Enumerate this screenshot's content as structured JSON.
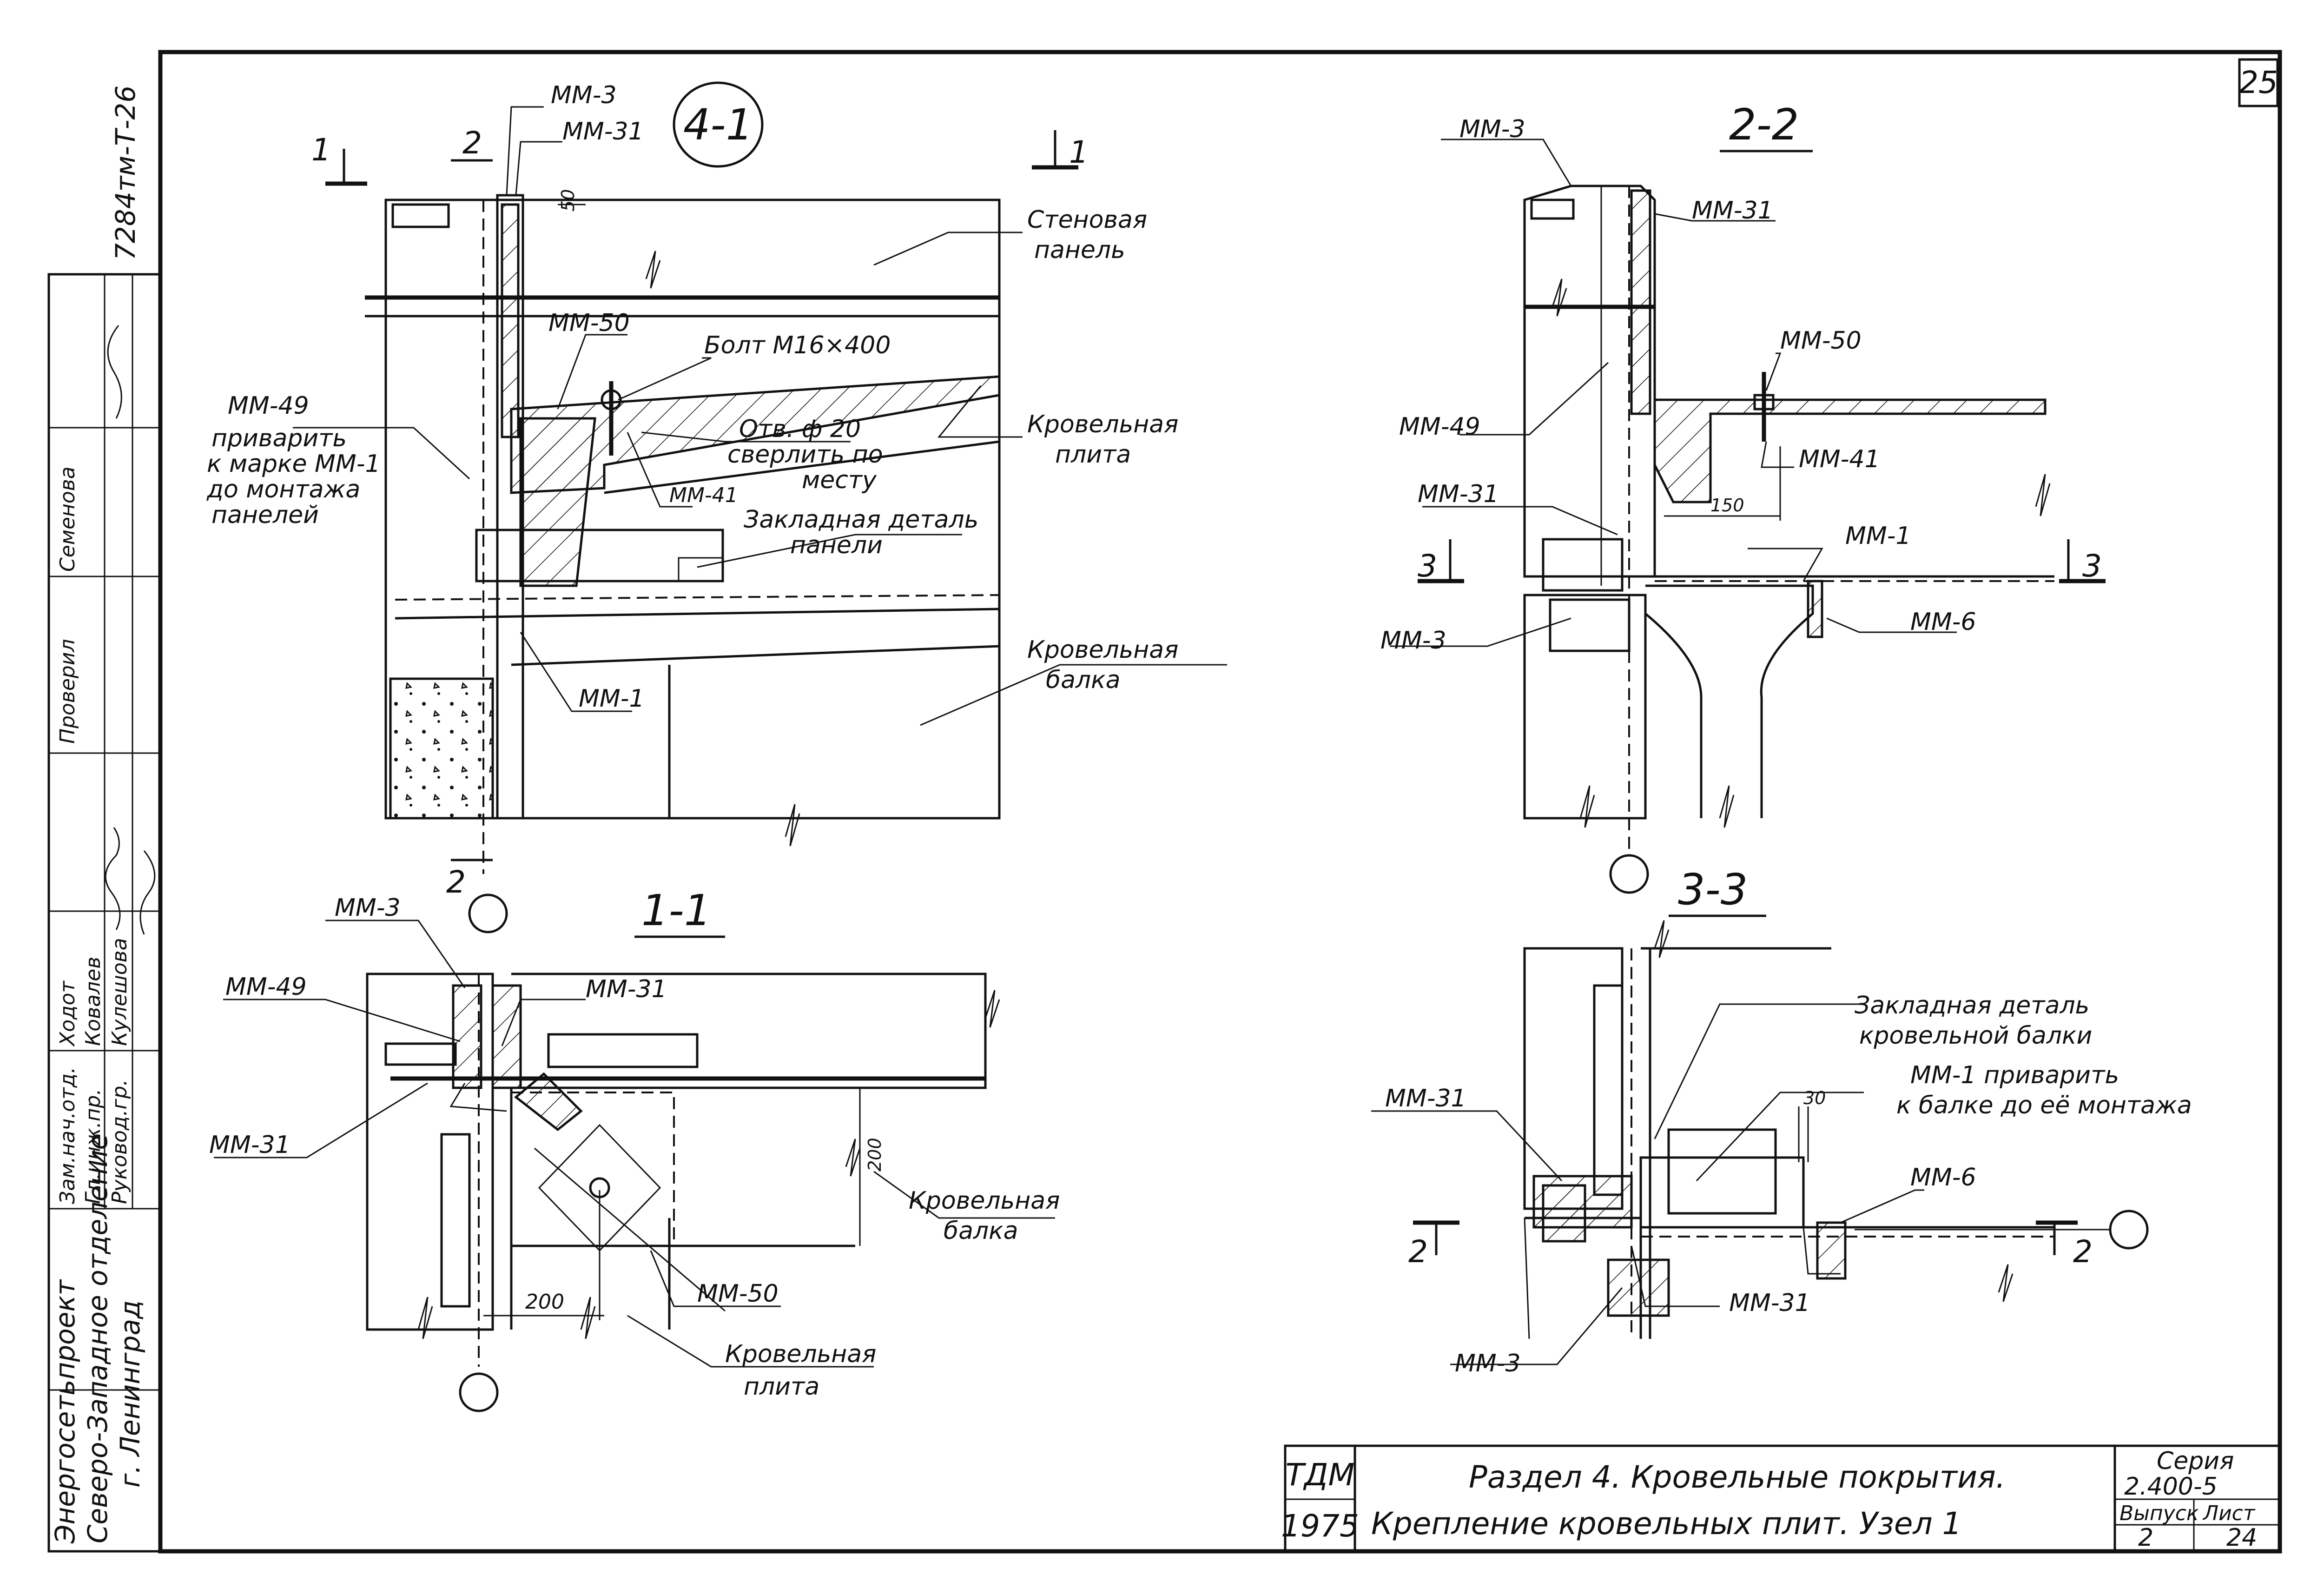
{
  "sheet": {
    "page_number": "25",
    "archive_code": "7284тм-Т-26",
    "org_lines": [
      "Энергосетьпроект",
      "Северо-Западное отделение",
      "г. Ленинград"
    ],
    "staff_roles": [
      "Зам.нач.отд.",
      "Гл.инж.пр.",
      "Руковод.гр."
    ],
    "staff_names": [
      "Ходот",
      "Ковалев",
      "Кулешова"
    ],
    "check_roles": [
      "Проверил",
      "Семенова"
    ]
  },
  "views": {
    "node": {
      "title": "4-1",
      "cut1": "1",
      "cut2": "2",
      "labels": {
        "mm3": "ММ-3",
        "mm31": "ММ-31",
        "dim50": "50",
        "wall_panel": [
          "Стеновая",
          "панель"
        ],
        "mm50": "ММ-50",
        "bolt": "Болт М16×400",
        "mm49": "ММ-49",
        "weld_note": [
          "приварить",
          "к марке ММ-1",
          "до монтажа",
          "панелей"
        ],
        "hole": [
          "Отв. ф 20",
          "сверлить по",
          "месту"
        ],
        "mm41": "ММ-41",
        "embed": [
          "Закладная деталь",
          "панели"
        ],
        "roof_slab": [
          "Кровельная",
          "плита"
        ],
        "roof_beam": [
          "Кровельная",
          "балка"
        ],
        "mm1": "ММ-1"
      }
    },
    "section22": {
      "title": "2-2",
      "cut3": "3",
      "labels": {
        "mm3_top": "ММ-3",
        "mm31_top": "ММ-31",
        "mm50": "ММ-50",
        "mm49": "ММ-49",
        "mm41": "ММ-41",
        "mm31": "ММ-31",
        "dim150": "150",
        "mm1": "ММ-1",
        "mm3": "ММ-3",
        "mm6": "ММ-6"
      }
    },
    "section11": {
      "title": "1-1",
      "labels": {
        "mm3": "ММ-3",
        "mm49": "ММ-49",
        "mm31_top": "ММ-31",
        "mm31": "ММ-31",
        "dim200v": "200",
        "dim200h": "200",
        "roof_beam": [
          "Кровельная",
          "балка"
        ],
        "mm50": "ММ-50",
        "roof_slab": [
          "Кровельная",
          "плита"
        ]
      }
    },
    "section33": {
      "title": "3-3",
      "cut2": "2",
      "labels": {
        "embed_beam": [
          "Закладная деталь",
          "кровельной балки"
        ],
        "weld_note": [
          "ММ-1 приварить",
          "к балке до её монтажа"
        ],
        "dim30": "30",
        "mm31": "ММ-31",
        "mm6": "ММ-6",
        "mm31_b": "ММ-31",
        "mm3": "ММ-3"
      }
    }
  },
  "title_block": {
    "org": "ТДМ",
    "year": "1975",
    "line1": "Раздел 4.  Кровельные покрытия.",
    "line2": "Крепление   кровельных   плит.   Узел 1",
    "series_label": "Серия",
    "series_value": "2.400-5",
    "issue_label": "Выпуск",
    "issue_value": "2",
    "sheet_label": "Лист",
    "sheet_value": "24"
  }
}
